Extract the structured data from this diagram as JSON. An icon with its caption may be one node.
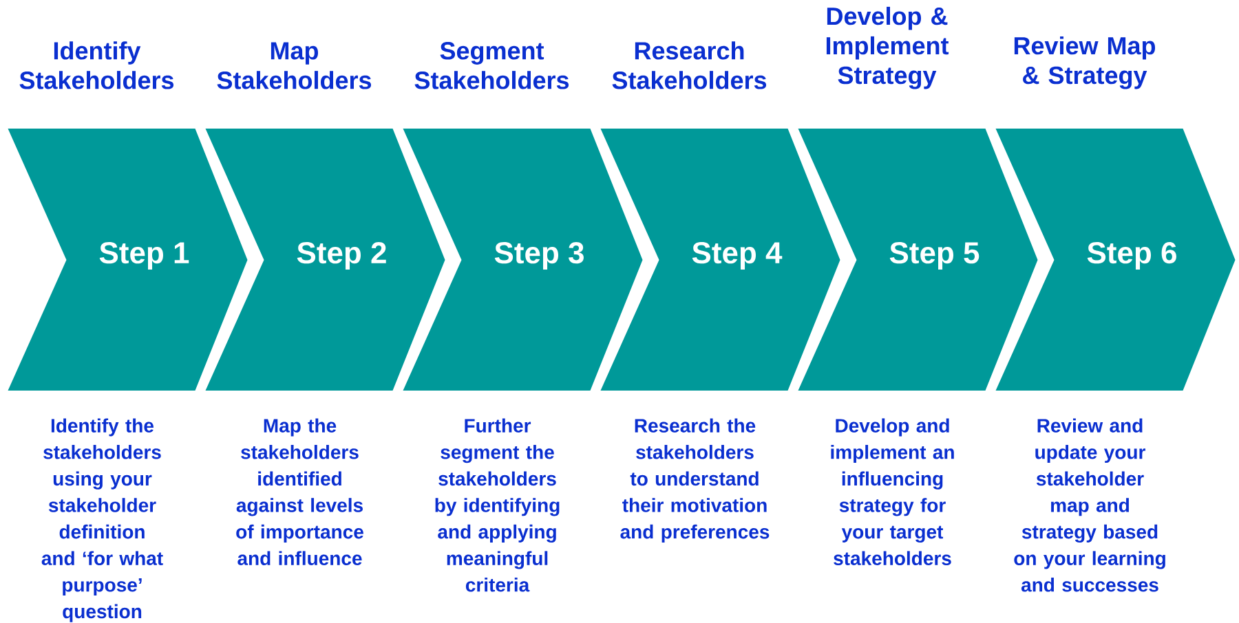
{
  "diagram": {
    "nodes": [
      {
        "text": [
          "Identify Stakeholders",
          "Step 1"
        ],
        "beside": [
          "Identify the stakeholders using your stakeholder definition and ‘for what purpose’ question"
        ]
      },
      {
        "text": [
          "Map Stakeholders",
          "Step 2"
        ],
        "beside": [
          "Map the stakeholders identified against levels of importance and influence"
        ]
      },
      {
        "text": [
          "Segment Stakeholders",
          "Step 3"
        ],
        "beside": [
          "Further segment the stakeholders by identifying and applying meaningful criteria"
        ]
      },
      {
        "text": [
          "Research Stakeholders",
          "Step 4"
        ],
        "beside": [
          "Research the stakeholders to understand their motivation and preferences"
        ]
      },
      {
        "text": [
          "Develop & Implement Strategy",
          "Step 5"
        ],
        "beside": [
          "Develop and implement an influencing strategy for your target stakeholders"
        ]
      },
      {
        "text": [
          "Review Map & Strategy",
          "Step 6"
        ],
        "beside": [
          "Review and update your stakeholder map and strategy based on your learning and successes"
        ]
      }
    ]
  }
}
